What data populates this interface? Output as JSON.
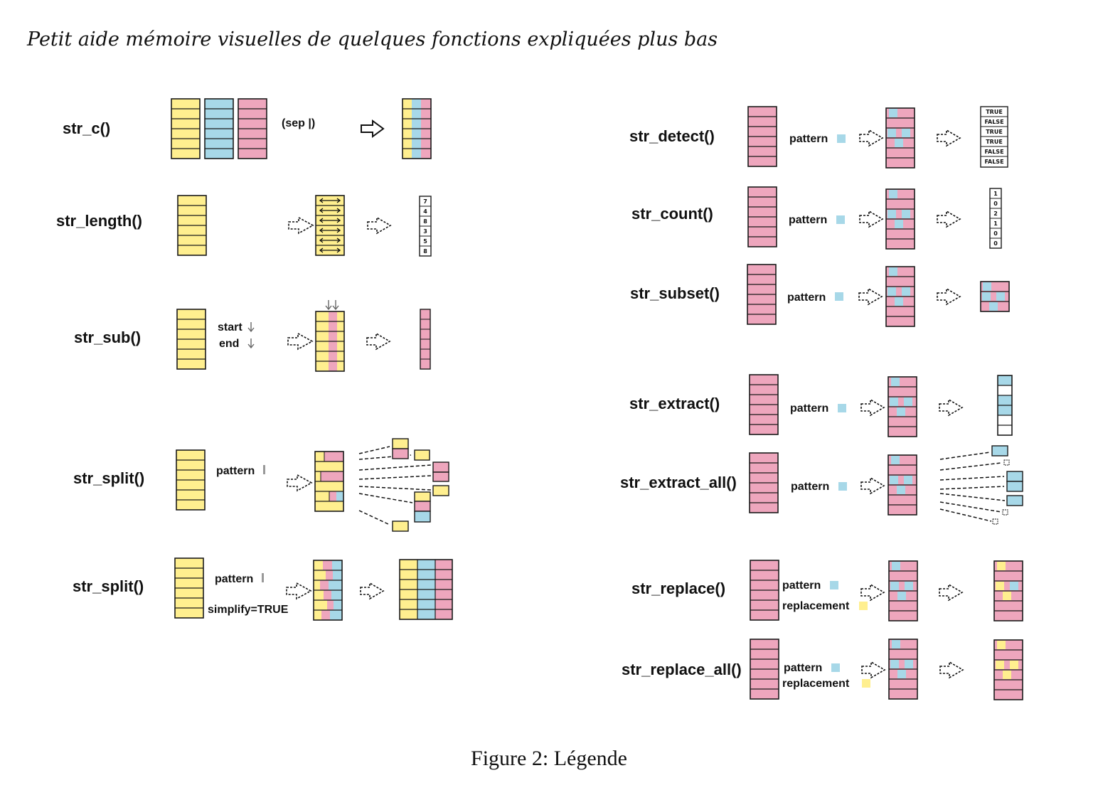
{
  "intro": "Petit aide mémoire visuelles de quelques fonctions expliquées plus bas",
  "caption": "Figure 2: Légende",
  "colors": {
    "yellow": "#ffef8f",
    "blue": "#a7d8e8",
    "pink": "#eea6bd",
    "outline": "#1a1a1a"
  },
  "left_panel": {
    "str_c": {
      "name": "str_c()",
      "sep_label": "(sep |)"
    },
    "str_length": {
      "name": "str_length()",
      "lengths": [
        "7",
        "4",
        "8",
        "3",
        "5",
        "8"
      ]
    },
    "str_sub": {
      "name": "str_sub()",
      "start_label": "start",
      "end_label": "end"
    },
    "str_split": {
      "name": "str_split()",
      "pattern_label": "pattern"
    },
    "str_split_simplify": {
      "name": "str_split()",
      "pattern_label": "pattern",
      "simplify_label": "simplify=TRUE"
    }
  },
  "right_panel": {
    "str_detect": {
      "name": "str_detect()",
      "pattern_label": "pattern",
      "results": [
        "TRUE",
        "FALSE",
        "TRUE",
        "TRUE",
        "FALSE",
        "FALSE"
      ]
    },
    "str_count": {
      "name": "str_count()",
      "pattern_label": "pattern",
      "counts": [
        "1",
        "0",
        "2",
        "1",
        "0",
        "0"
      ]
    },
    "str_subset": {
      "name": "str_subset()",
      "pattern_label": "pattern"
    },
    "str_extract": {
      "name": "str_extract()",
      "pattern_label": "pattern"
    },
    "str_extract_all": {
      "name": "str_extract_all()",
      "pattern_label": "pattern"
    },
    "str_replace": {
      "name": "str_replace()",
      "pattern_label": "pattern",
      "replacement_label": "replacement"
    },
    "str_replace_all": {
      "name": "str_replace_all()",
      "pattern_label": "pattern",
      "replacement_label": "replacement"
    }
  }
}
